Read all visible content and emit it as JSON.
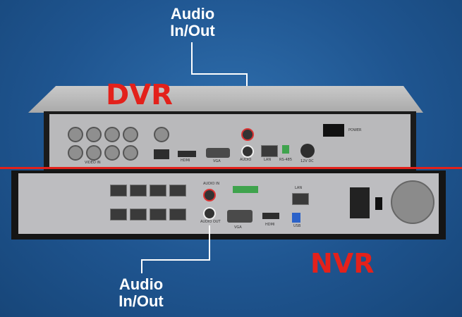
{
  "callouts": {
    "top": "Audio\nIn/Out",
    "bottom": "Audio\nIn/Out"
  },
  "labels": {
    "dvr": "DVR",
    "nvr": "NVR"
  },
  "colors": {
    "accent_red": "#e3211b",
    "callout_white": "#ffffff",
    "background_blue": "#1f5590"
  },
  "panel_text": {
    "power": "POWER",
    "dvr_video": "VIDEO IN",
    "dvr_hdmi": "HDMI",
    "dvr_vga": "VGA",
    "dvr_audio": "AUDIO",
    "dvr_lan": "LAN",
    "dvr_rs485": "RS-485",
    "dvr_dc": "12V DC",
    "nvr_audio_in": "AUDIO IN",
    "nvr_audio_out": "AUDIO OUT",
    "nvr_vga": "VGA",
    "nvr_hdmi": "HDMI",
    "nvr_usb": "USB",
    "nvr_lan": "LAN"
  }
}
